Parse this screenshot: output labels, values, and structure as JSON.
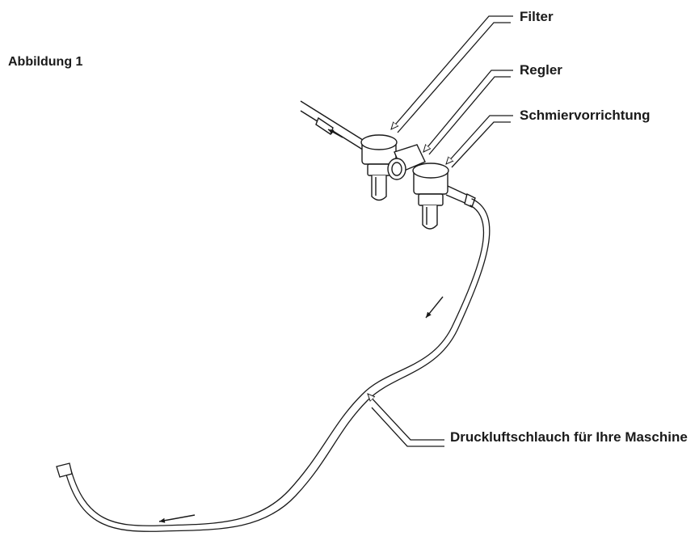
{
  "figure": {
    "title": "Abbildung 1"
  },
  "labels": {
    "filter": "Filter",
    "regler": "Regler",
    "schmiervorrichtung": "Schmiervorrichtung",
    "hose": "Druckluftschlauch für Ihre Maschine"
  },
  "colors": {
    "line": "#1a1a1a",
    "background": "#ffffff"
  }
}
